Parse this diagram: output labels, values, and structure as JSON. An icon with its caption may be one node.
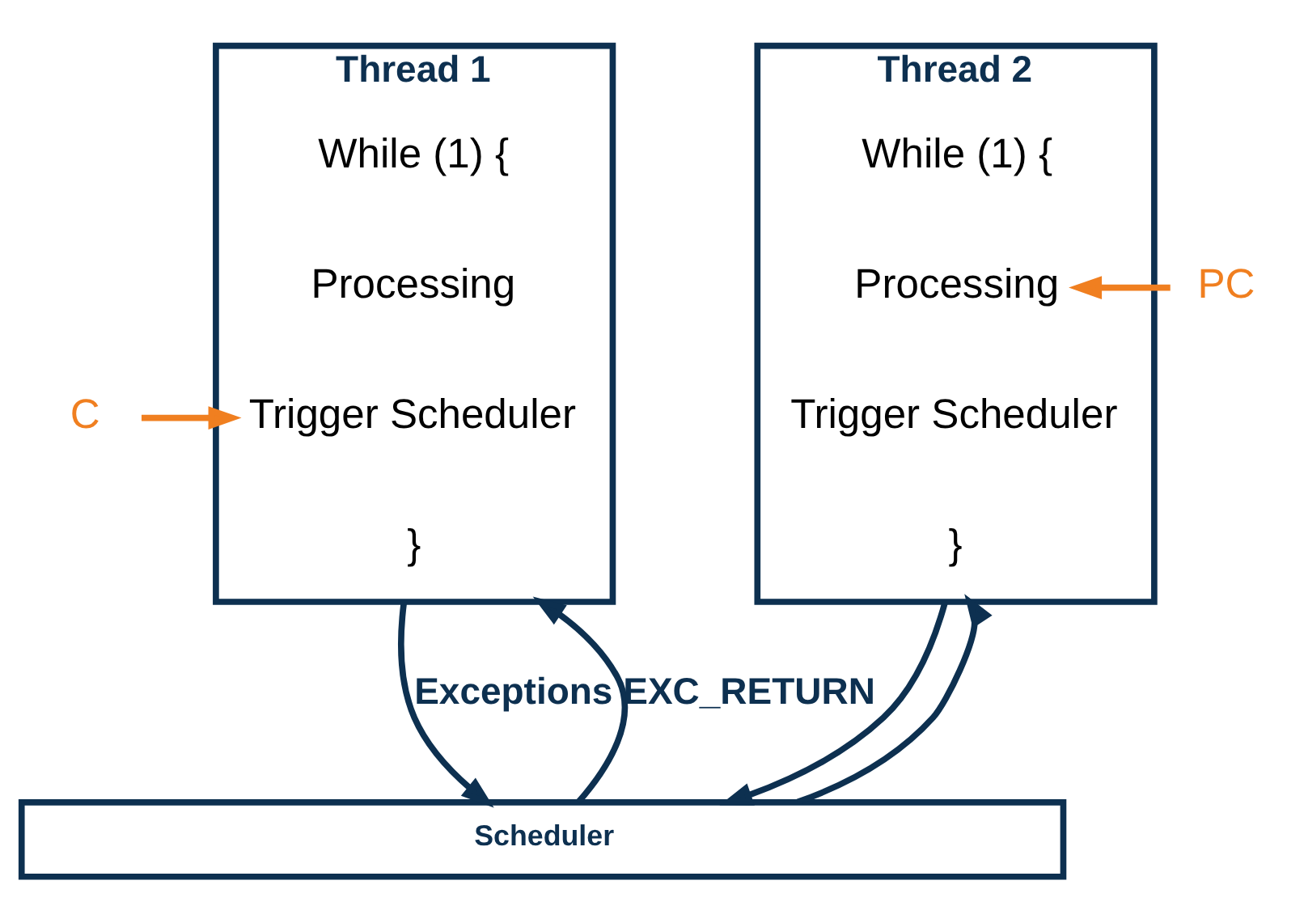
{
  "diagram": {
    "nodes": [
      {
        "text": [
          "Thread 1"
        ]
      },
      {
        "text": [
          "While (1) {"
        ],
        "in": 0
      },
      {
        "text": [
          "Processing"
        ],
        "in": 0
      },
      {
        "text": [
          "Trigger Scheduler"
        ],
        "in": 0
      },
      {
        "text": [
          "}"
        ],
        "in": 0
      },
      {
        "text": [
          "C"
        ]
      },
      {
        "text": [
          "Thread 2"
        ]
      },
      {
        "text": [
          "While (1) {"
        ],
        "in": 6
      },
      {
        "text": [
          "Processing"
        ],
        "in": 6
      },
      {
        "text": [
          "Trigger Scheduler"
        ],
        "in": 6
      },
      {
        "text": [
          "}"
        ],
        "in": 6
      },
      {
        "text": [
          "PC"
        ]
      },
      {
        "text": [
          "Scheduler"
        ]
      }
    ],
    "edges": [
      {
        "from": 5,
        "to": 3,
        "arrow": "to",
        "color": "#f07f20"
      },
      {
        "from": 11,
        "to": 8,
        "arrow": "to",
        "color": "#f07f20"
      },
      {
        "from": 0,
        "to": 12,
        "arrow": "to",
        "label": "Exceptions"
      },
      {
        "from": 12,
        "to": 0,
        "arrow": "to",
        "label": "EXC_RETURN"
      },
      {
        "from": 6,
        "to": 12,
        "arrow": "to"
      },
      {
        "from": 12,
        "to": 6,
        "arrow": "to"
      }
    ]
  }
}
